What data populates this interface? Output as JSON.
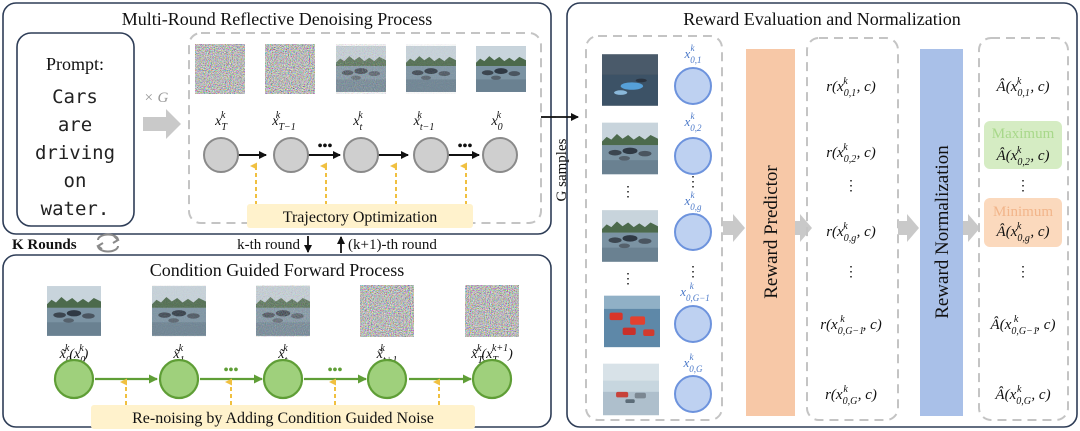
{
  "colors": {
    "panel_border": "#2e3d57",
    "dashed_gray": "#c4c4c4",
    "gray_node": "#cfcfcf",
    "green_node": "#9fd07c",
    "green_node_border": "#5f9e36",
    "blue_node": "#bed1f1",
    "blue_node_border": "#6d93dd",
    "reward_predictor_fill": "#f7c8a7",
    "reward_normalization_fill": "#a9c0e8",
    "trajectory_box": "#fff2cc",
    "max_green": "#d5ecc3",
    "min_orange": "#fbd9bd",
    "dashed_yellow": "#f0c040",
    "blue_text": "#4a78c8",
    "big_arrow": "#c9c9c9"
  },
  "top_left": {
    "title": "Multi-Round Reflective Denoising Process",
    "prompt_title": "Prompt:",
    "prompt_lines": [
      "Cars",
      "are",
      "driving",
      "on",
      "water."
    ],
    "times_g": "× G",
    "step_labels": [
      "x_T^k",
      "x_{T−1}^k",
      "x_t^k",
      "x_{t−1}^k",
      "x_0^k"
    ],
    "trajectory_label": "Trajectory Optimization"
  },
  "middle": {
    "k_rounds": "K Rounds",
    "kth_round": "k-th round",
    "k1_round": "(k+1)-th round"
  },
  "bottom_left": {
    "title": "Condition Guided Forward Process",
    "step_labels": [
      "x̃_0^k(x_0^k)",
      "x̃_1^k",
      "x̃_t^k",
      "x̃_{t+1}^k",
      "x̃_T^k(x_T^{k+1})"
    ],
    "renoise_label": "Re-noising by Adding Condition Guided Noise"
  },
  "right": {
    "title": "Reward Evaluation and Normalization",
    "g_samples": "G samples",
    "sample_labels": [
      "x_{0,1}^k",
      "x_{0,2}^k",
      "x_{0,g}^k",
      "x_{0,G−1}^k",
      "x_{0,G}^k"
    ],
    "reward_predictor": "Reward Predictor",
    "reward_normalization": "Reward Normalization",
    "reward_rows": [
      "r(x_{0,1}^k, c)",
      "r(x_{0,2}^k, c)",
      "r(x_{0,g}^k, c)",
      "r(x_{0,G−1}^k, c)",
      "r(x_{0,G}^k, c)"
    ],
    "adv_rows": [
      "Â(x_{0,1}^k, c)",
      "Â(x_{0,2}^k, c)",
      "Â(x_{0,g}^k, c)",
      "Â(x_{0,G−1}^k, c)",
      "Â(x_{0,G}^k, c)"
    ],
    "maximum_label": "Maximum",
    "minimum_label": "Minimum",
    "ellipsis": "⋮"
  },
  "icons": {
    "cycle": "cycle-arrows-icon",
    "dots": "ellipsis-dots"
  }
}
